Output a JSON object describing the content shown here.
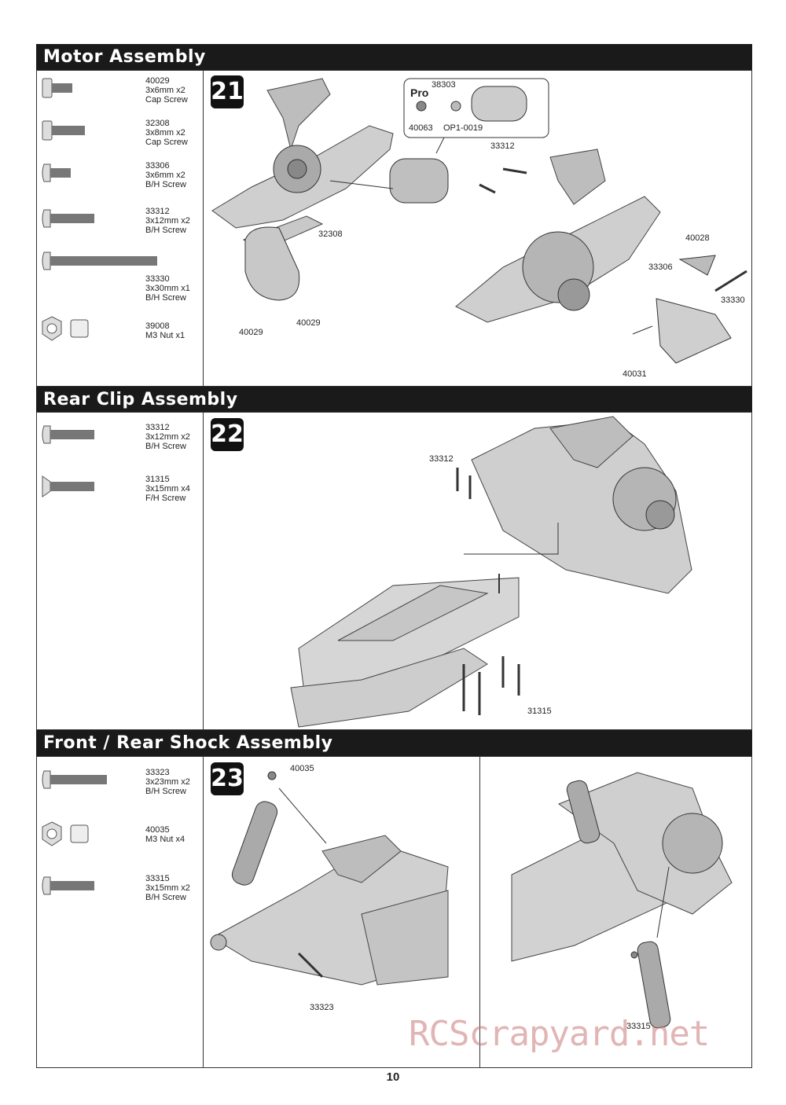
{
  "sections": [
    {
      "title": "Motor Assembly",
      "step": "21",
      "parts": [
        {
          "code": "40029",
          "desc": "3x6mm x2",
          "type": "Cap Screw",
          "icon": "cap-screw-icon"
        },
        {
          "code": "32308",
          "desc": "3x8mm x2",
          "type": "Cap Screw",
          "icon": "cap-screw-icon"
        },
        {
          "code": "33306",
          "desc": "3x6mm x2",
          "type": "B/H Screw",
          "icon": "button-head-screw-icon"
        },
        {
          "code": "33312",
          "desc": "3x12mm x2",
          "type": "B/H Screw",
          "icon": "button-head-screw-icon"
        },
        {
          "code": "33330",
          "desc": "3x30mm x1",
          "type": "B/H Screw",
          "icon": "button-head-screw-icon"
        },
        {
          "code": "39008",
          "desc": "M3 Nut x1",
          "type": "",
          "icon": "nut-icon"
        }
      ],
      "labels": {
        "pro": "Pro",
        "p38303": "38303",
        "p40063": "40063",
        "pOP1": "OP1-0019",
        "p33312": "33312",
        "p32308": "32308",
        "p40029a": "40029",
        "p40029b": "40029",
        "p40028": "40028",
        "p33306": "33306",
        "p33330": "33330",
        "p40031": "40031"
      }
    },
    {
      "title": "Rear Clip Assembly",
      "step": "22",
      "parts": [
        {
          "code": "33312",
          "desc": "3x12mm x2",
          "type": "B/H Screw",
          "icon": "button-head-screw-icon"
        },
        {
          "code": "31315",
          "desc": "3x15mm x4",
          "type": "F/H Screw",
          "icon": "flat-head-screw-icon"
        }
      ],
      "labels": {
        "p33312": "33312",
        "p31315": "31315"
      }
    },
    {
      "title": "Front / Rear Shock Assembly",
      "step": "23",
      "parts": [
        {
          "code": "33323",
          "desc": "3x23mm x2",
          "type": "B/H Screw",
          "icon": "button-head-screw-icon"
        },
        {
          "code": "40035",
          "desc": "M3 Nut x4",
          "type": "",
          "icon": "nut-icon"
        },
        {
          "code": "33315",
          "desc": "3x15mm x2",
          "type": "B/H Screw",
          "icon": "button-head-screw-icon"
        }
      ],
      "labels": {
        "p40035": "40035",
        "p33323": "33323",
        "p33315": "33315"
      }
    }
  ],
  "page_number": "10",
  "watermark": "RCScrapyard.net"
}
